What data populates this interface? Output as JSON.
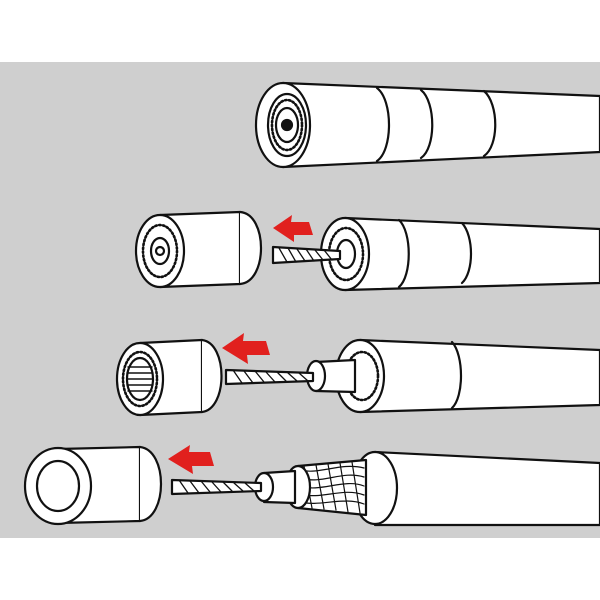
{
  "colors": {
    "panel": "#cfcfcf",
    "page": "#ffffff",
    "outline": "#111111",
    "arrow": "#e1201e",
    "jacket": "#ffffff"
  },
  "diagram": {
    "steps": [
      {
        "name": "intact-cable",
        "removed_layer": "none"
      },
      {
        "name": "strip-outer-jacket",
        "removed_layer": "outer-jacket-segment"
      },
      {
        "name": "strip-second-segment",
        "removed_layer": "jacket-and-shield-segment"
      },
      {
        "name": "strip-third-segment",
        "removed_layer": "insulation-segment"
      }
    ]
  }
}
